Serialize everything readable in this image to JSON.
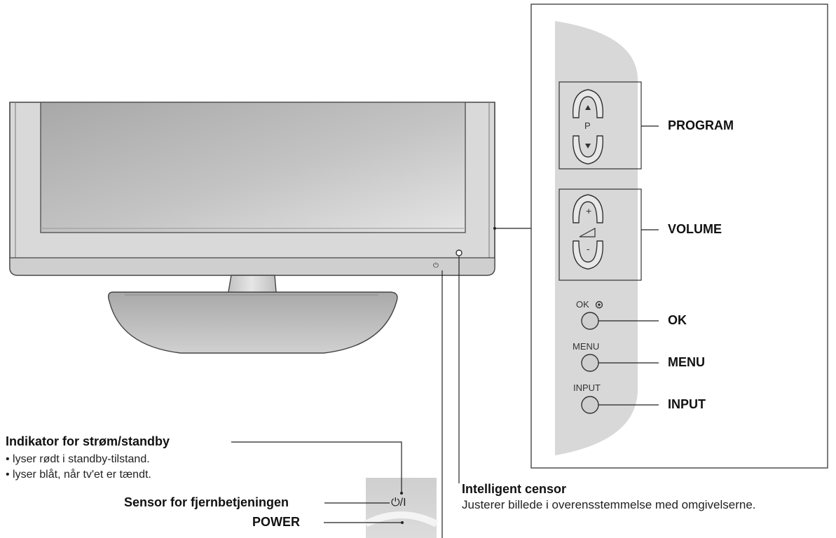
{
  "panel": {
    "prog_symbol": "P",
    "vol_plus_symbol": "+",
    "vol_minus_symbol": "-",
    "ok_caption": "OK",
    "menu_caption": "MENU",
    "input_caption": "INPUT"
  },
  "callouts": {
    "program": "PROGRAM",
    "volume": "VOLUME",
    "ok": "OK",
    "menu": "MENU",
    "input": "INPUT"
  },
  "notes": {
    "indicator_title": "Indikator for strøm/standby",
    "indicator_line1": "• lyser rødt i standby-tilstand.",
    "indicator_line2": "• lyser blåt, når tv'et er tændt.",
    "sensor_remote": "Sensor for fjernbetjeningen",
    "power": "POWER",
    "intelligent_title": "Intelligent censor",
    "intelligent_text": "Justerer billede i overensstemmelse med omgivelserne."
  },
  "closeup": {
    "power_symbol": "⏻/I"
  }
}
